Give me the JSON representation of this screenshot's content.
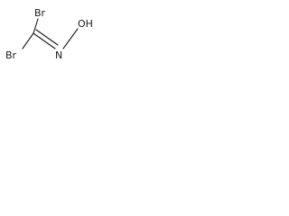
{
  "molecule": {
    "atoms": {
      "br_top": "Br",
      "br_bottom": "Br",
      "nitrogen": "N",
      "hydroxyl": "OH"
    }
  },
  "colors": {
    "ink": "#1a1a1a",
    "background": "#ffffff"
  }
}
